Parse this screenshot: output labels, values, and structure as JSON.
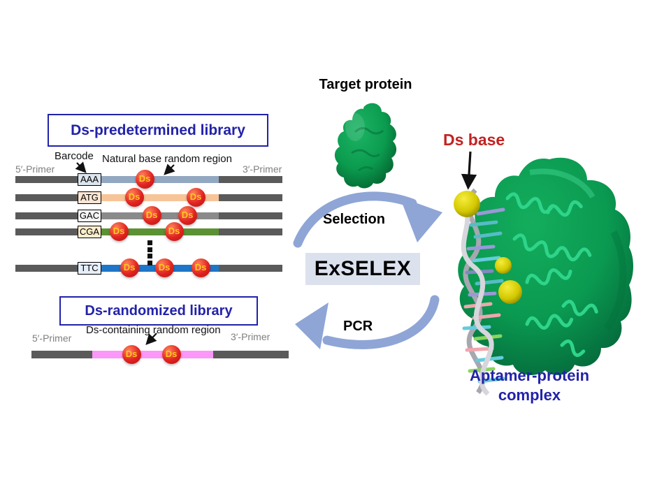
{
  "slide": {
    "background": "#ffffff"
  },
  "colors": {
    "title_blue": "#2222aa",
    "label_gray": "#7f7f7f",
    "primer_bar": "#5a5a5a",
    "ds_circle_red": "#e02321",
    "ds_text_yellow": "#ffc81e",
    "cycle_arrow_blue": "#8ea5d6",
    "method_box_bg": "#dce1ee",
    "ds_base_red": "#c32222",
    "protein_green": "#0b9b4f",
    "ds_base_yellow": "#ddd013",
    "randomized_pink": "#fb97f9"
  },
  "predetermined_library": {
    "title": "Ds-predetermined library",
    "barcode_label": "Barcode",
    "region_label": "Natural base random region",
    "primer5_label": "5′-Primer",
    "primer3_label": "3′-Primer",
    "ds_label": "Ds",
    "strands": [
      {
        "barcode": "AAA",
        "region_color": "#92a7c0",
        "barcode_box_color": "#dce4ee",
        "ds_x": [
          207
        ]
      },
      {
        "barcode": "ATG",
        "region_color": "#f7c498",
        "barcode_box_color": "#fbe6d4",
        "ds_x": [
          192,
          280
        ]
      },
      {
        "barcode": "GAC",
        "region_color": "#8a8a8a",
        "barcode_box_color": "#f5f5f5",
        "ds_x": [
          217,
          268
        ]
      },
      {
        "barcode": "CGA",
        "region_color": "#5c9134",
        "barcode_box_color": "#fdeecd",
        "ds_x": [
          170,
          249
        ]
      },
      {
        "barcode": "TTC",
        "region_color": "#1e76c8",
        "barcode_box_color": "#e6eefb",
        "ds_x": [
          185,
          235,
          287
        ]
      }
    ]
  },
  "randomized_library": {
    "title": "Ds-randomized library",
    "region_label": "Ds-containing random region",
    "primer5_label": "5′-Primer",
    "primer3_label": "3′-Primer",
    "ds_label": "Ds",
    "strand": {
      "region_color": "#fb97f9",
      "ds_x": [
        188,
        245
      ]
    }
  },
  "cycle": {
    "target_protein_label": "Target protein",
    "selection_label": "Selection",
    "method_label": "ExSELEX",
    "pcr_label": "PCR"
  },
  "complex": {
    "ds_base_label": "Ds base",
    "caption_line1": "Aptamer-protein",
    "caption_line2": "complex"
  }
}
